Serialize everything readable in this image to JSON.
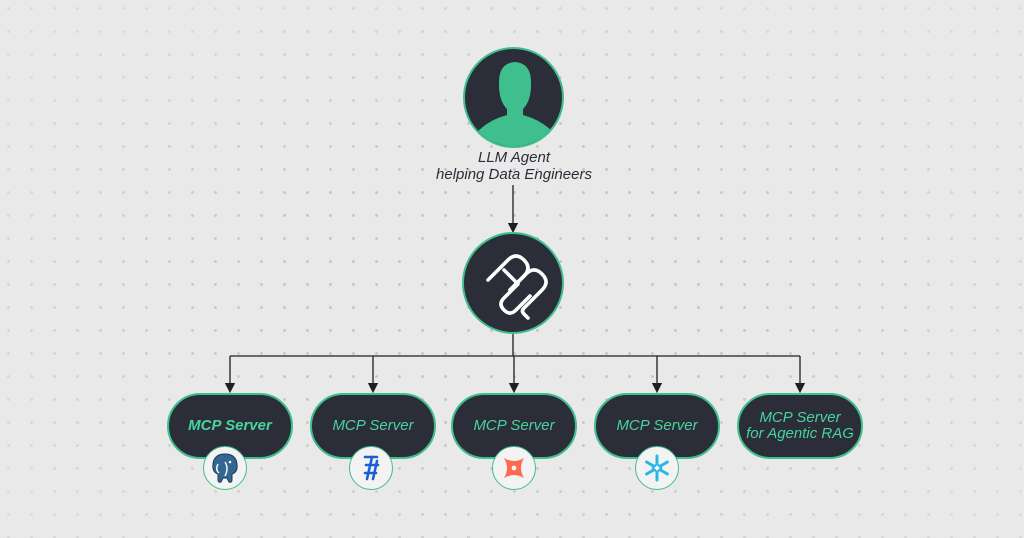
{
  "agent": {
    "label_line1": "LLM Agent",
    "label_line2": "helping Data Engineers",
    "icon": "user-silhouette-icon"
  },
  "hub": {
    "icon": "mcp-logo-icon"
  },
  "servers": [
    {
      "label_line1": "MCP Server",
      "label_line2": "",
      "icon": "postgresql-elephant-icon"
    },
    {
      "label_line1": "MCP Server",
      "label_line2": "",
      "icon": "airbyte-icon"
    },
    {
      "label_line1": "MCP Server",
      "label_line2": "",
      "icon": "dbt-icon"
    },
    {
      "label_line1": "MCP Server",
      "label_line2": "",
      "icon": "snowflake-icon"
    },
    {
      "label_line1": "MCP Server",
      "label_line2": "for Agentic RAG",
      "icon": ""
    }
  ],
  "colors": {
    "background": "#e9e9e9",
    "node_fill": "#2b2d38",
    "accent_green": "#3fbf8d",
    "label_green": "#47d49e",
    "postgres_blue": "#336791",
    "airbyte_blue": "#1a5fd8",
    "dbt_orange": "#fe6a4d",
    "snowflake_blue": "#29b5e8"
  }
}
